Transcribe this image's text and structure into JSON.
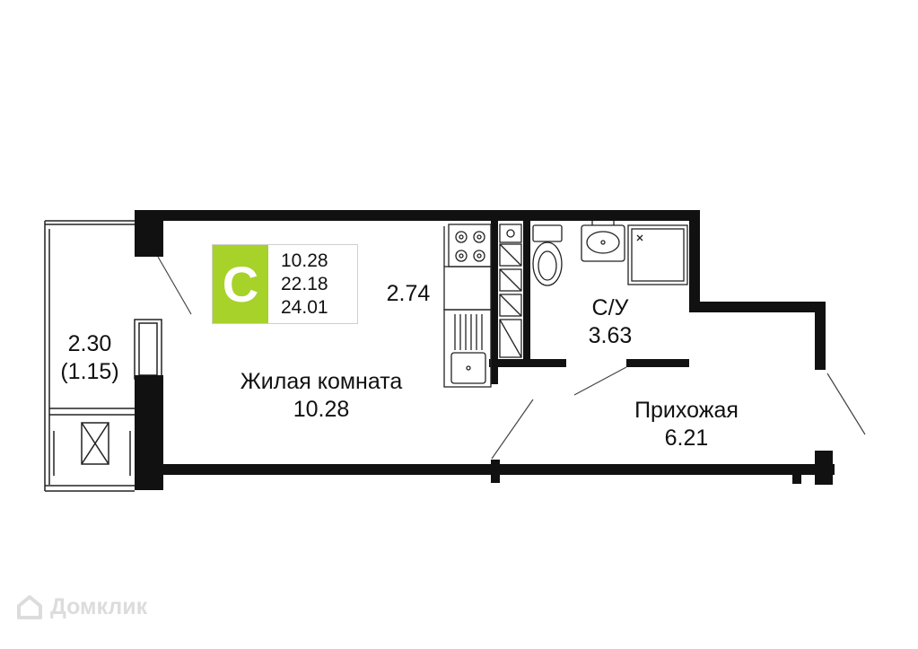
{
  "plan": {
    "rooms": [
      {
        "id": "living",
        "name": "Жилая комната",
        "area": "10.28"
      },
      {
        "id": "kitchen",
        "area": "2.74"
      },
      {
        "id": "bathroom",
        "name": "С/У",
        "area": "3.63"
      },
      {
        "id": "hallway",
        "name": "Прихожая",
        "area": "6.21"
      },
      {
        "id": "balcony",
        "area": "2.30",
        "area_reduced": "(1.15)"
      }
    ],
    "badge": {
      "letter": "С",
      "color": "#a6d22a",
      "values": [
        "10.28",
        "22.18",
        "24.01"
      ]
    }
  },
  "watermark": {
    "text": "Домклик",
    "icon": "house-logo-icon"
  }
}
